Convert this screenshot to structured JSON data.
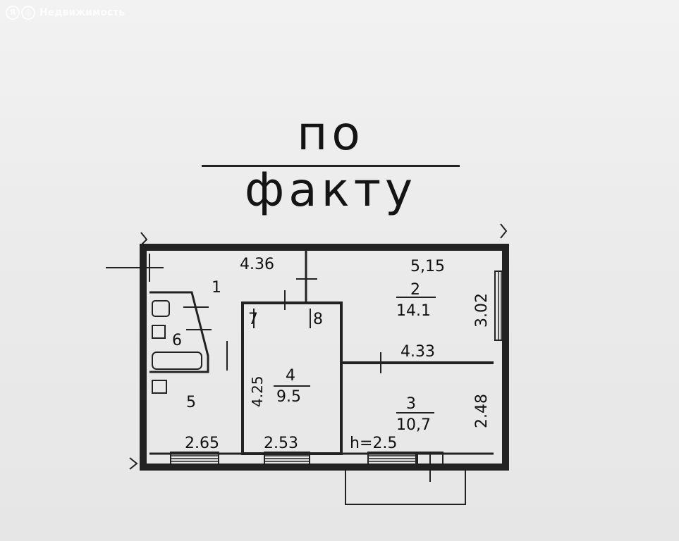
{
  "watermark": {
    "logo_glyphs": [
      "Я",
      "◎"
    ],
    "text": "Недвижимость"
  },
  "heading": "по факту",
  "plan": {
    "rooms": [
      {
        "number": "1"
      },
      {
        "number": "2",
        "area": "14.1"
      },
      {
        "number": "3",
        "area": "10,7"
      },
      {
        "number": "4",
        "area": "9.5"
      },
      {
        "number": "5"
      },
      {
        "number": "6"
      },
      {
        "number": "7"
      },
      {
        "number": "8"
      }
    ],
    "dimensions": {
      "hall_width": "4.36",
      "room2_width": "5,15",
      "room2_depth": "3.02",
      "room3_width": "4.33",
      "room3_depth": "2.48",
      "room4_depth": "4.25",
      "room5_width": "2.65",
      "room4_width": "2.53"
    },
    "ceiling_height": "h=2.5"
  }
}
